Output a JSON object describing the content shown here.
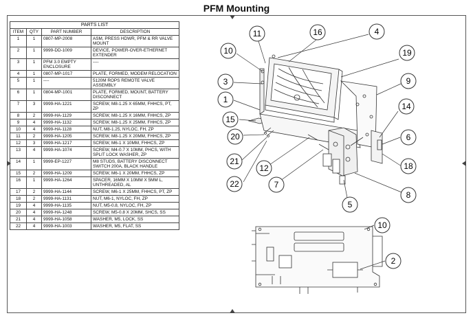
{
  "title": "PFM Mounting",
  "parts_list": {
    "caption": "PARTS LIST",
    "headers": {
      "item": "ITEM",
      "qty": "QTY",
      "part_number": "PART NUMBER",
      "description": "DESCRIPTION"
    },
    "rows": [
      {
        "item": "1",
        "qty": "1",
        "part_number": "0807-MP-2008",
        "description": "ASM, PRESS HDWR, PFM & RR VALVE MOUNT"
      },
      {
        "item": "2",
        "qty": "1",
        "part_number": "9999-DD-1009",
        "description": "DEVICE, POWER-OVER-ETHERNET EXTENDER"
      },
      {
        "item": "3",
        "qty": "1",
        "part_number": "PFM 3.0 EMPTY ENCLOSURE",
        "description": "----"
      },
      {
        "item": "4",
        "qty": "1",
        "part_number": "0807-MP-1017",
        "description": "PLATE, FORMED, MODEM RELOCATION"
      },
      {
        "item": "5",
        "qty": "1",
        "part_number": "----",
        "description": "5120M ROPS REMOTE VALVE ASSEMBLY"
      },
      {
        "item": "6",
        "qty": "1",
        "part_number": "0804-MP-1001",
        "description": "PLATE, FORMED, MOUNT, BATTERY DISCONNECT"
      },
      {
        "item": "7",
        "qty": "3",
        "part_number": "9999-HA-1221",
        "description": "SCREW, M8-1.25 X 65MM, FHHCS, PT, ZP"
      },
      {
        "item": "8",
        "qty": "2",
        "part_number": "9999-HA-1129",
        "description": "SCREW, M8-1.25 X 16MM, FHHCS, ZP"
      },
      {
        "item": "9",
        "qty": "4",
        "part_number": "9999-HA-1132",
        "description": "SCREW, M8-1.25 X 25MM, FHHCS, ZP"
      },
      {
        "item": "10",
        "qty": "4",
        "part_number": "9999-HA-1128",
        "description": "NUT, M8-1.25, NYLOC, FH, ZP"
      },
      {
        "item": "11",
        "qty": "2",
        "part_number": "9999-HA-1205",
        "description": "SCREW, M8-1.25 X 20MM, FHHCS, ZP"
      },
      {
        "item": "12",
        "qty": "3",
        "part_number": "9999-HA-1217",
        "description": "SCREW, M6-1 X 10MM, FHHCS, ZP"
      },
      {
        "item": "13",
        "qty": "4",
        "part_number": "9999-HA-1074",
        "description": "SCREW, M4-0.7 X 10MM, PHCS, WITH SPLIT LOCK WASHER, ZP"
      },
      {
        "item": "14",
        "qty": "1",
        "part_number": "9999-EP-1227",
        "description": "M8 STUDS, BATTERY DISCONNECT SWITCH 200A, BLACK HANDLE"
      },
      {
        "item": "15",
        "qty": "2",
        "part_number": "9999-HA-1209",
        "description": "SCREW, M6-1 X 20MM, FHHCS, ZP"
      },
      {
        "item": "16",
        "qty": "1",
        "part_number": "9999-HA-1264",
        "description": "SPACER, 16MM X 10MM X 5MM L, UNTHREADED, AL"
      },
      {
        "item": "17",
        "qty": "2",
        "part_number": "9999-HA-1144",
        "description": "SCREW, M6-1 X 25MM, FHHCS, PT, ZP"
      },
      {
        "item": "18",
        "qty": "2",
        "part_number": "9999-HA-1131",
        "description": "NUT, M6-1, NYLOC, FH, ZP"
      },
      {
        "item": "19",
        "qty": "4",
        "part_number": "9999-HA-1135",
        "description": "NUT, M5-0.8, NYLOC, FH, ZP"
      },
      {
        "item": "20",
        "qty": "4",
        "part_number": "9999-HA-1248",
        "description": "SCREW, M5-0.8 X 20MM, SHCS, SS"
      },
      {
        "item": "21",
        "qty": "4",
        "part_number": "9999-HA-1058",
        "description": "WASHER, M5, LOCK, SS"
      },
      {
        "item": "22",
        "qty": "4",
        "part_number": "9999-HA-1003",
        "description": "WASHER, M5, FLAT, SS"
      }
    ]
  },
  "balloons": {
    "b11": "11",
    "b16": "16",
    "b4": "4",
    "b10": "10",
    "b19": "19",
    "b3": "3",
    "b9": "9",
    "b1": "1",
    "b14": "14",
    "b15": "15",
    "b6": "6",
    "b20": "20",
    "b18": "18",
    "b21": "21",
    "b12": "12",
    "b22": "22",
    "b7": "7",
    "b8": "8",
    "b5": "5",
    "b10b": "10",
    "b2": "2"
  }
}
